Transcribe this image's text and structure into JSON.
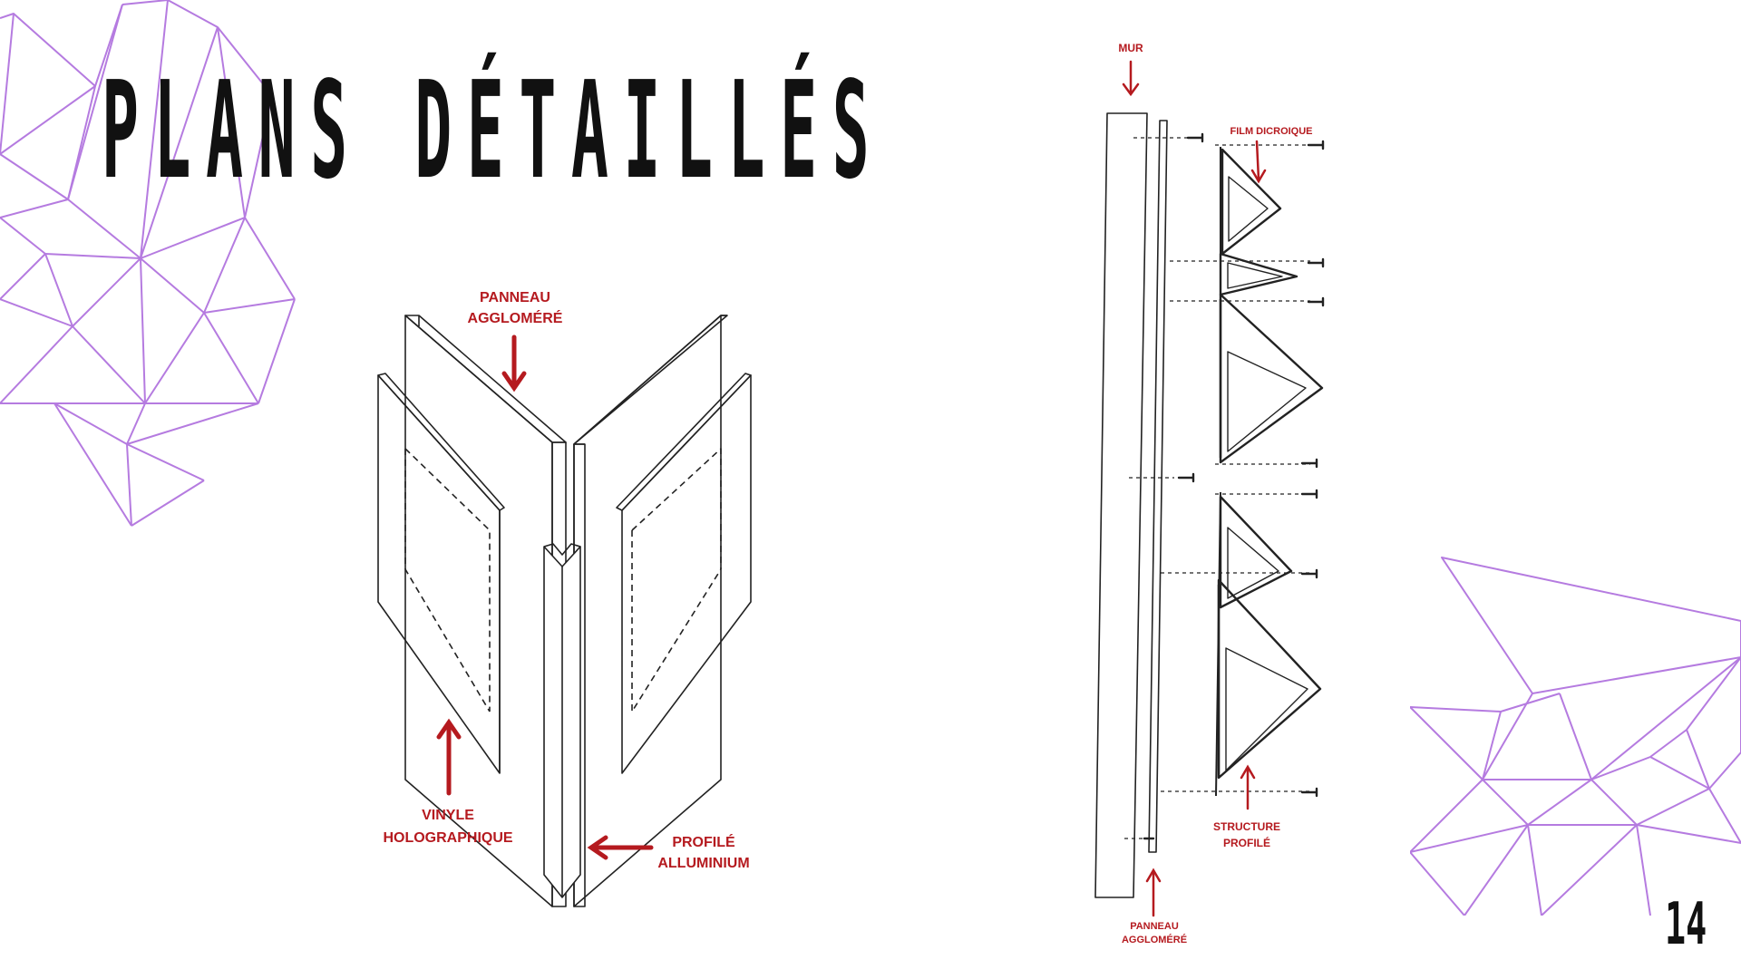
{
  "slide": {
    "title": "PLANS DÉTAILLÉS",
    "page_number": "14",
    "accent_color": "#b57be0",
    "label_color": "#b51a1f"
  },
  "left_diagram": {
    "label_panneau_line1": "PANNEAU",
    "label_panneau_line2": "AGGLOMÉRÉ",
    "label_vinyle_line1": "VINYLE",
    "label_vinyle_line2": "HOLOGRAPHIQUE",
    "label_profile_line1": "PROFILÉ",
    "label_profile_line2": "ALLUMINIUM"
  },
  "right_diagram": {
    "label_mur": "MUR",
    "label_film": "FILM DICROIQUE",
    "label_structure_line1": "STRUCTURE",
    "label_structure_line2": "PROFILÉ",
    "label_panneau_line1": "PANNEAU",
    "label_panneau_line2": "AGGLOMÉRÉ"
  }
}
